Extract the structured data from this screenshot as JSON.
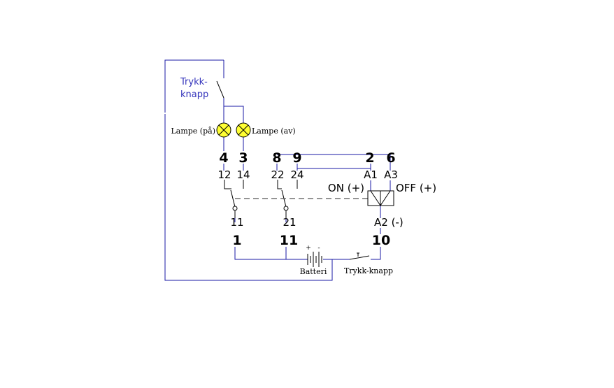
{
  "labels": {
    "pushbutton_top": [
      "Trykk-",
      "knapp"
    ],
    "lamp_on": "Lampe (på)",
    "lamp_off": "Lampe (av)",
    "terminals": {
      "t4": "4",
      "t3": "3",
      "t8": "8",
      "t9": "9",
      "t2": "2",
      "t6": "6",
      "t1": "1",
      "t11": "11",
      "t10": "10"
    },
    "pins": {
      "p12": "12",
      "p14": "14",
      "p22": "22",
      "p24": "24",
      "pA1": "A1",
      "pA3": "A3",
      "p11": "11",
      "p21": "21",
      "pA2": "A2 (-)"
    },
    "coil_on": "ON (+)",
    "coil_off": "OFF (+)",
    "battery": "Batteri",
    "battery_plus": "+",
    "battery_minus": "-",
    "pushbutton_bottom": "Trykk-knapp"
  },
  "colors": {
    "wire": "#1a1aa6",
    "lamp_fill": "#ffff33",
    "label_blue": "#3333bb"
  }
}
